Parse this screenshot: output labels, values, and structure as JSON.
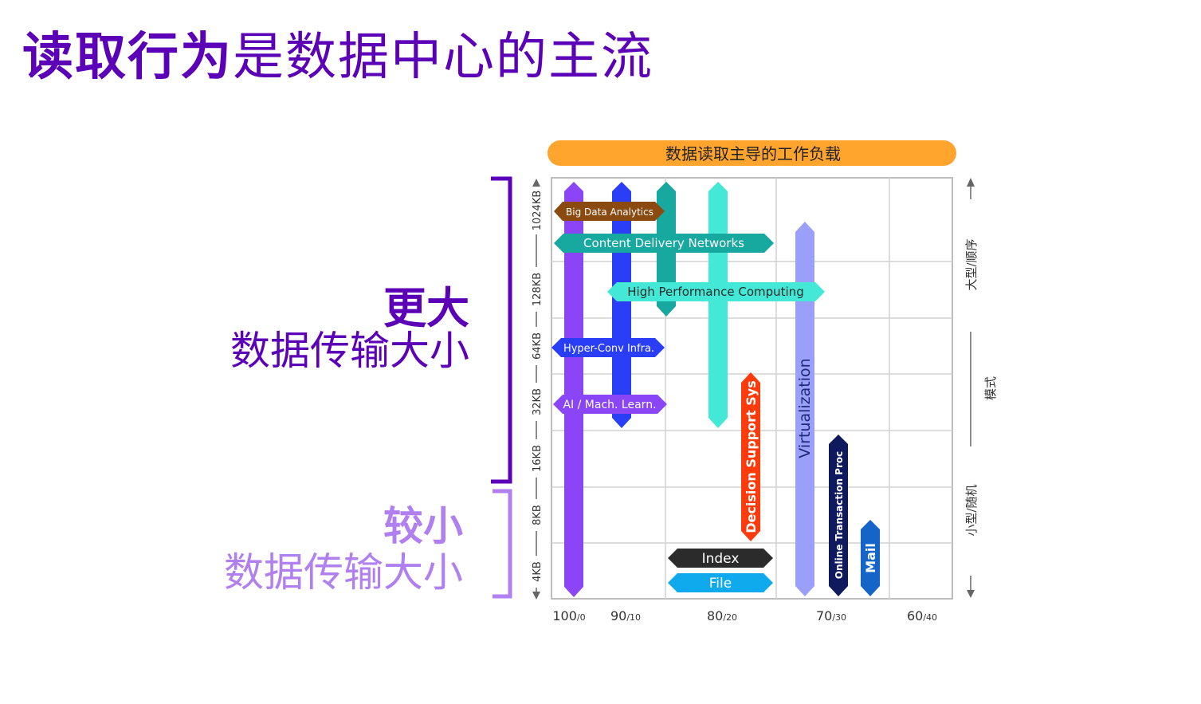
{
  "title": {
    "strong": "读取行为",
    "rest": "是数据中心的主流"
  },
  "left_labels": {
    "larger_1": "更大",
    "larger_2": "数据传输大小",
    "smaller_1": "较小",
    "smaller_2": "数据传输大小"
  },
  "banner": {
    "text": "数据读取主导的工作负载",
    "color": "#ffa52e"
  },
  "y_axis_ticks": [
    "1024KB",
    "128KB",
    "64KB",
    "32KB",
    "16KB",
    "8KB",
    "4KB"
  ],
  "x_axis_ticks": [
    {
      "major": "100",
      "minor": "/0"
    },
    {
      "major": "90",
      "minor": "/10"
    },
    {
      "major": "80",
      "minor": "/20"
    },
    {
      "major": "70",
      "minor": "/30"
    },
    {
      "major": "60",
      "minor": "/40"
    }
  ],
  "right_axis": {
    "top": "大型/顺序",
    "middle": "模式",
    "bottom": "小型/随机"
  },
  "workloads": [
    {
      "name": "Big Data Analytics",
      "color": "#8b4a10"
    },
    {
      "name": "Content Delivery Networks",
      "color": "#17a8a0"
    },
    {
      "name": "High Performance Computing",
      "color": "#44e8d6"
    },
    {
      "name": "Hyper-Conv Infra.",
      "color": "#2a3ef7"
    },
    {
      "name": "AI / Mach. Learn.",
      "color": "#8a45f6"
    },
    {
      "name": "Decision Support Sys",
      "color": "#ff3b0c"
    },
    {
      "name": "Virtualization",
      "color": "#9aa0fa"
    },
    {
      "name": "Online Transaction Proc",
      "color": "#0f1a5e"
    },
    {
      "name": "Mail",
      "color": "#1565c8"
    },
    {
      "name": "Index",
      "color": "#2b2b2b"
    },
    {
      "name": "File",
      "color": "#0faaee"
    }
  ]
}
